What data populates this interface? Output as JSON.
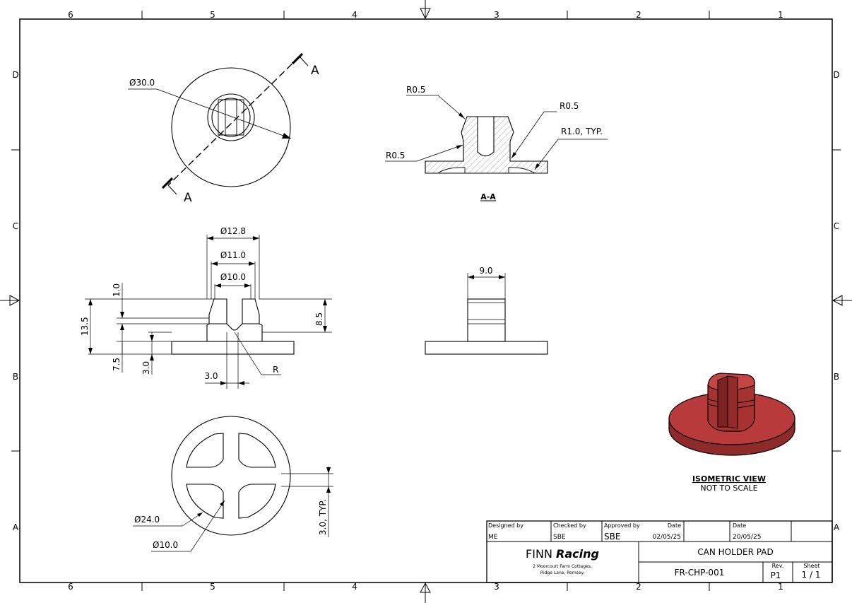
{
  "frame": {
    "cols_top": [
      "6",
      "5",
      "4",
      "3",
      "2",
      "1"
    ],
    "cols_bottom": [
      "6",
      "5",
      "4",
      "3",
      "2",
      "1"
    ],
    "rows_left": [
      "D",
      "C",
      "B",
      "A"
    ],
    "rows_right": [
      "D",
      "C",
      "B",
      "A"
    ]
  },
  "views": {
    "top": {
      "diameter": "Ø30.0",
      "section_marker_1": "A",
      "section_marker_2": "A"
    },
    "section": {
      "title": "A-A",
      "r1": "R0.5",
      "r2": "R0.5",
      "r3": "R0.5",
      "r4": "R1.0, TYP."
    },
    "front": {
      "d1": "Ø12.8",
      "d2": "Ø11.0",
      "d3": "Ø10.0",
      "h1": "1.0",
      "h2": "13.5",
      "h3": "8.5",
      "h4": "7.5",
      "h5": "3.0",
      "w1": "3.0",
      "radius": "R"
    },
    "side": {
      "width": "9.0"
    },
    "bottom": {
      "d1": "Ø24.0",
      "d2": "Ø10.0",
      "rib": "3.0, TYP."
    },
    "iso": {
      "title": "ISOMETRIC VIEW",
      "note": "NOT TO SCALE",
      "color": "#b83a3a"
    }
  },
  "title_block": {
    "designed_by_label": "Designed by",
    "designed_by": "ME",
    "checked_by_label": "Checked by",
    "checked_by": "SBE",
    "approved_by_label": "Approved by",
    "approved_by": "SBE",
    "date1_label": "Date",
    "date1": "02/05/25",
    "date2_label": "Date",
    "date2": "20/05/25",
    "company_plain": "FINN ",
    "company_italic": "Racing",
    "address1": "2 Moorcourt Farm Cottages,",
    "address2": "Ridge Lane, Romsey.",
    "part_title": "CAN HOLDER PAD",
    "part_number": "FR-CHP-001",
    "rev_label": "Rev.",
    "rev": "P1",
    "sheet_label": "Sheet",
    "sheet": "1 / 1"
  }
}
